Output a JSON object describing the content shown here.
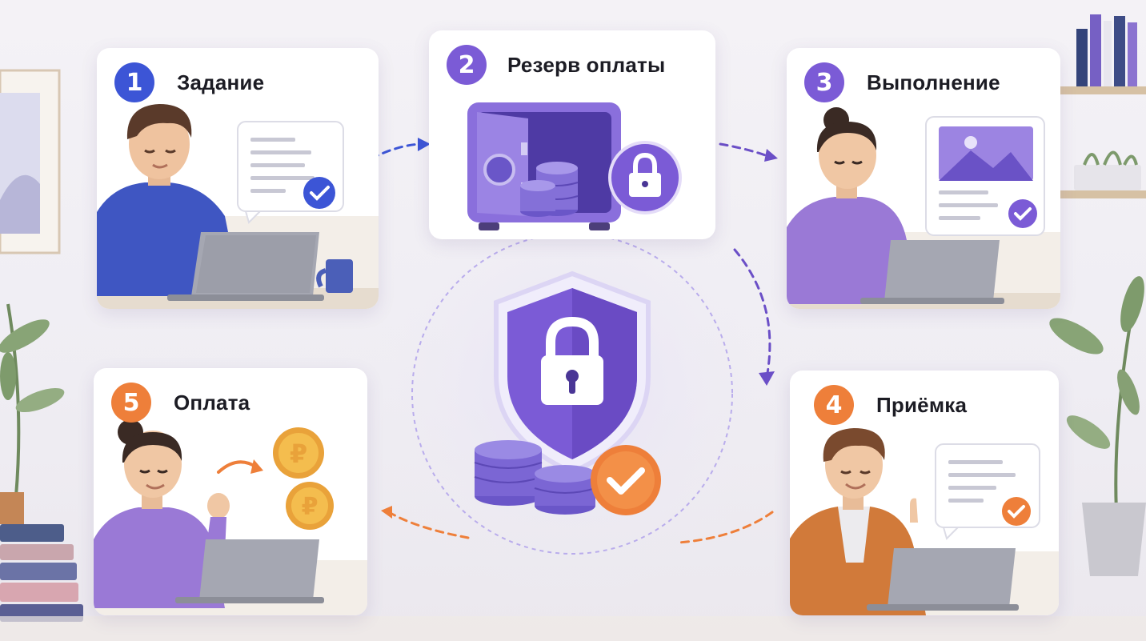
{
  "steps": [
    {
      "number": "1",
      "title": "Задание",
      "color": "#3c55d6"
    },
    {
      "number": "2",
      "title": "Резерв оплаты",
      "color": "#7b5bd6"
    },
    {
      "number": "3",
      "title": "Выполнение",
      "color": "#7b5bd6"
    },
    {
      "number": "4",
      "title": "Приёмка",
      "color": "#ee7f3a"
    },
    {
      "number": "5",
      "title": "Оплата",
      "color": "#ee7f3a"
    }
  ],
  "icons": {
    "step1": [
      "person-icon",
      "laptop-icon",
      "task-document-icon",
      "checkmark-icon",
      "mug-icon"
    ],
    "step2": [
      "safe-icon",
      "coins-icon",
      "padlock-icon"
    ],
    "step3": [
      "person-icon",
      "laptop-icon",
      "image-document-icon",
      "checkmark-icon"
    ],
    "step4": [
      "person-icon",
      "laptop-icon",
      "document-icon",
      "checkmark-icon"
    ],
    "step5": [
      "person-icon",
      "laptop-icon",
      "ruble-coin-icon",
      "arrow-icon"
    ],
    "center": [
      "shield-icon",
      "padlock-icon",
      "coins-icon",
      "checkmark-icon"
    ]
  },
  "colors": {
    "purple": "#7b5bd6",
    "blue": "#3c55d6",
    "orange": "#ee7f3a",
    "gold": "#f2b33d"
  }
}
